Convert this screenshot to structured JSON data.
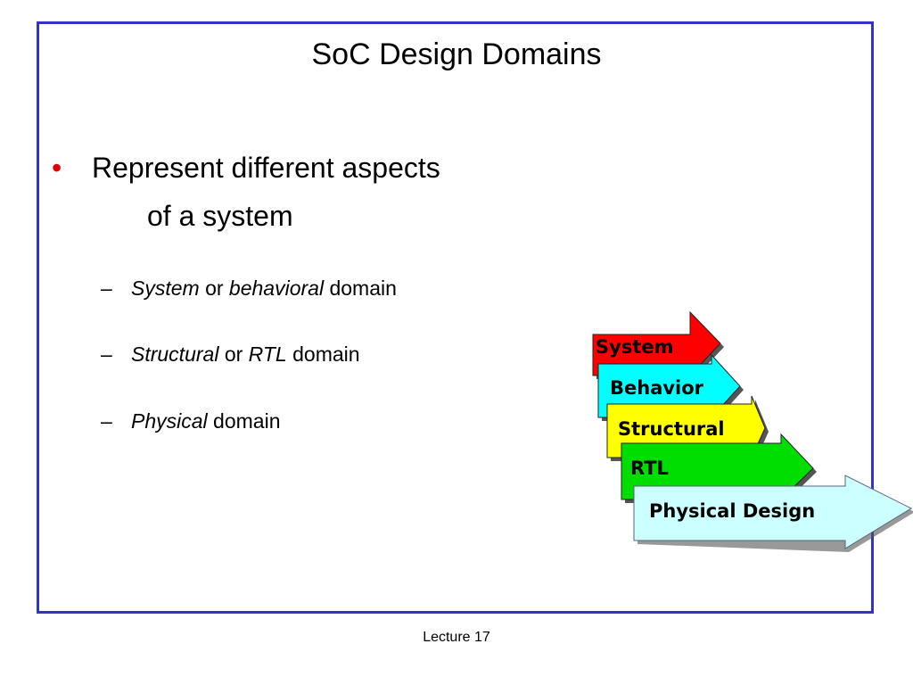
{
  "slide": {
    "title": "SoC Design Domains",
    "bullet": {
      "line1": "Represent different aspects",
      "line2": "of a system",
      "marker": "•"
    },
    "subbullets": [
      {
        "dash": "–",
        "italic1": "System",
        "mid": " or ",
        "italic2": "behavioral",
        "tail": " domain"
      },
      {
        "dash": "–",
        "italic1": "Structural",
        "mid": " or ",
        "italic2": "RTL",
        "tail": " domain"
      },
      {
        "dash": "–",
        "italic1": "Physical",
        "mid": "",
        "italic2": "",
        "tail": " domain"
      }
    ],
    "footer": "Lecture 17"
  },
  "diagram": {
    "arrows": [
      {
        "label": "System",
        "color": "#ff0000"
      },
      {
        "label": "Behavior",
        "color": "#00ffff"
      },
      {
        "label": "Structural",
        "color": "#ffff00"
      },
      {
        "label": "RTL",
        "color": "#00dd00"
      },
      {
        "label": "Physical Design",
        "color": "#ccffff"
      }
    ]
  },
  "colors": {
    "frame": "#3333cc",
    "bullet_marker": "#e60000"
  }
}
